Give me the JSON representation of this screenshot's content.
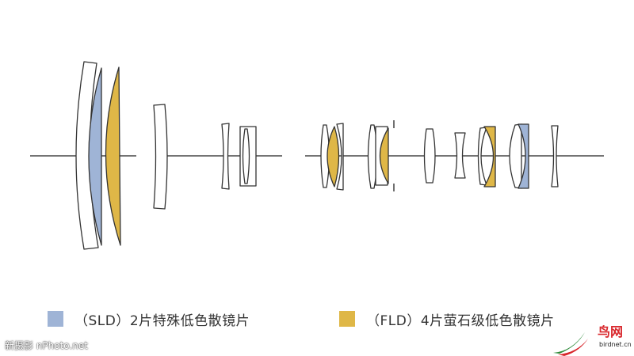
{
  "colors": {
    "sld": "#9fb4d6",
    "fld": "#dfb747",
    "outline": "#333333",
    "axis": "#222222"
  },
  "legend": [
    {
      "key": "sld",
      "label": "（SLD）2片特殊低色散镜片"
    },
    {
      "key": "fld",
      "label": "（FLD）4片萤石级低色散镜片"
    }
  ],
  "watermark": "新摄影 nPhoto.net",
  "logo": {
    "chars": "鸟网",
    "domain": "birdnet.cn"
  }
}
